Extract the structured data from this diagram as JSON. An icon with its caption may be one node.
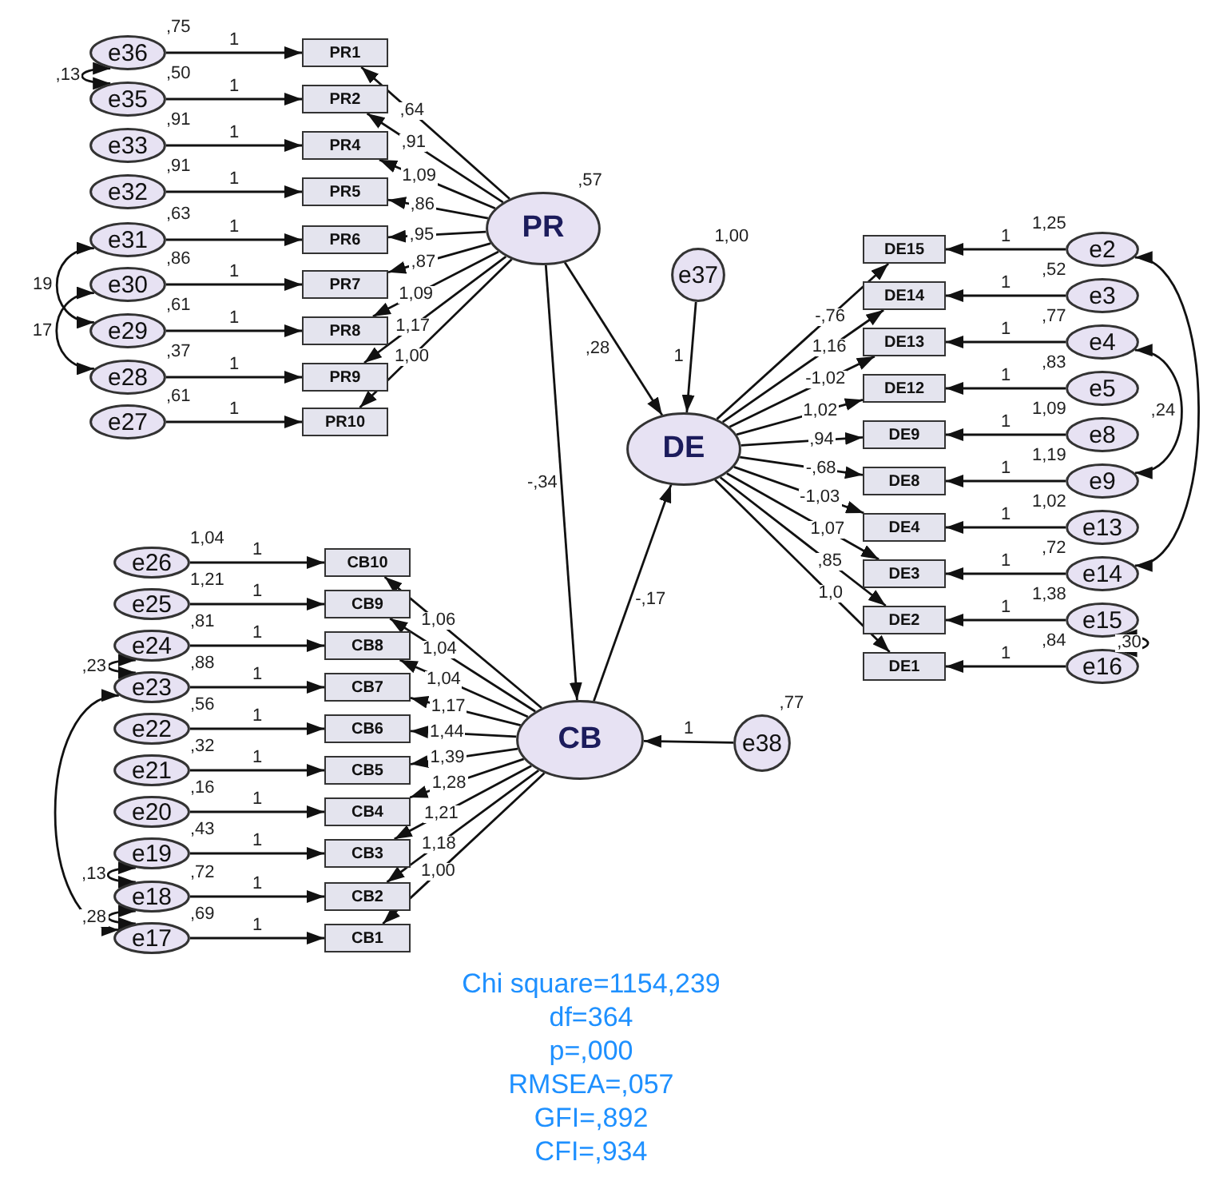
{
  "diagram": {
    "nodes": [
      {
        "text": [
          "e36"
        ],
        "beside": [
          ",75"
        ]
      },
      {
        "text": [
          "e35"
        ],
        "beside": [
          ",50"
        ]
      },
      {
        "text": [
          "e33"
        ],
        "beside": [
          ",91"
        ]
      },
      {
        "text": [
          "e32"
        ],
        "beside": [
          ",91"
        ]
      },
      {
        "text": [
          "e31"
        ],
        "beside": [
          ",63"
        ]
      },
      {
        "text": [
          "e30"
        ],
        "beside": [
          ",86"
        ]
      },
      {
        "text": [
          "e29"
        ],
        "beside": [
          ",61"
        ]
      },
      {
        "text": [
          "e28"
        ],
        "beside": [
          ",37"
        ]
      },
      {
        "text": [
          "e27"
        ],
        "beside": [
          ",61"
        ]
      },
      {
        "text": [
          "PR1"
        ]
      },
      {
        "text": [
          "PR2"
        ]
      },
      {
        "text": [
          "PR4"
        ]
      },
      {
        "text": [
          "PR5"
        ]
      },
      {
        "text": [
          "PR6"
        ]
      },
      {
        "text": [
          "PR7"
        ]
      },
      {
        "text": [
          "PR8"
        ]
      },
      {
        "text": [
          "PR9"
        ]
      },
      {
        "text": [
          "PR10"
        ]
      },
      {
        "text": [
          "PR"
        ],
        "beside": [
          ",57"
        ]
      },
      {
        "text": [
          "e37"
        ],
        "beside": [
          "1,00"
        ]
      },
      {
        "text": [
          "DE"
        ]
      },
      {
        "text": [
          "DE15"
        ]
      },
      {
        "text": [
          "DE14"
        ]
      },
      {
        "text": [
          "DE13"
        ]
      },
      {
        "text": [
          "DE12"
        ]
      },
      {
        "text": [
          "DE9"
        ]
      },
      {
        "text": [
          "DE8"
        ]
      },
      {
        "text": [
          "DE4"
        ]
      },
      {
        "text": [
          "DE3"
        ]
      },
      {
        "text": [
          "DE2"
        ]
      },
      {
        "text": [
          "DE1"
        ]
      },
      {
        "text": [
          "e2"
        ],
        "beside": [
          "1,25"
        ]
      },
      {
        "text": [
          "e3"
        ],
        "beside": [
          ",52"
        ]
      },
      {
        "text": [
          "e4"
        ],
        "beside": [
          ",77"
        ]
      },
      {
        "text": [
          "e5"
        ],
        "beside": [
          ",83"
        ]
      },
      {
        "text": [
          "e8"
        ],
        "beside": [
          "1,09"
        ]
      },
      {
        "text": [
          "e9"
        ],
        "beside": [
          "1,19"
        ]
      },
      {
        "text": [
          "e13"
        ],
        "beside": [
          "1,02"
        ]
      },
      {
        "text": [
          "e14"
        ],
        "beside": [
          ",72"
        ]
      },
      {
        "text": [
          "e15"
        ],
        "beside": [
          "1,38"
        ]
      },
      {
        "text": [
          "e16"
        ],
        "beside": [
          ",84"
        ]
      },
      {
        "text": [
          "CB10"
        ]
      },
      {
        "text": [
          "CB9"
        ]
      },
      {
        "text": [
          "CB8"
        ]
      },
      {
        "text": [
          "CB7"
        ]
      },
      {
        "text": [
          "CB6"
        ]
      },
      {
        "text": [
          "CB5"
        ]
      },
      {
        "text": [
          "CB4"
        ]
      },
      {
        "text": [
          "CB3"
        ]
      },
      {
        "text": [
          "CB2"
        ]
      },
      {
        "text": [
          "CB1"
        ]
      },
      {
        "text": [
          "e26"
        ],
        "beside": [
          "1,04"
        ]
      },
      {
        "text": [
          "e25"
        ],
        "beside": [
          "1,21"
        ]
      },
      {
        "text": [
          "e24"
        ],
        "beside": [
          ",81"
        ]
      },
      {
        "text": [
          "e23"
        ],
        "beside": [
          ",88"
        ]
      },
      {
        "text": [
          "e22"
        ],
        "beside": [
          ",56"
        ]
      },
      {
        "text": [
          "e21"
        ],
        "beside": [
          ",32"
        ]
      },
      {
        "text": [
          "e20"
        ],
        "beside": [
          ",16"
        ]
      },
      {
        "text": [
          "e19"
        ],
        "beside": [
          ",43"
        ]
      },
      {
        "text": [
          "e18"
        ],
        "beside": [
          ",72"
        ]
      },
      {
        "text": [
          "e17"
        ],
        "beside": [
          ",69"
        ]
      },
      {
        "text": [
          "CB"
        ]
      },
      {
        "text": [
          "e38"
        ],
        "beside": [
          ",77"
        ]
      }
    ],
    "edges": [
      {
        "from": 0,
        "to": 9,
        "arrow": "to",
        "label": "1"
      },
      {
        "from": 1,
        "to": 10,
        "arrow": "to",
        "label": "1"
      },
      {
        "from": 2,
        "to": 11,
        "arrow": "to",
        "label": "1"
      },
      {
        "from": 3,
        "to": 12,
        "arrow": "to",
        "label": "1"
      },
      {
        "from": 4,
        "to": 13,
        "arrow": "to",
        "label": "1"
      },
      {
        "from": 5,
        "to": 14,
        "arrow": "to",
        "label": "1"
      },
      {
        "from": 6,
        "to": 15,
        "arrow": "to",
        "label": "1"
      },
      {
        "from": 7,
        "to": 16,
        "arrow": "to",
        "label": "1"
      },
      {
        "from": 8,
        "to": 17,
        "arrow": "to",
        "label": "1"
      },
      {
        "from": 18,
        "to": 9,
        "arrow": "to",
        "label": ",64"
      },
      {
        "from": 18,
        "to": 10,
        "arrow": "to",
        "label": ",91"
      },
      {
        "from": 18,
        "to": 11,
        "arrow": "to",
        "label": "1,09"
      },
      {
        "from": 18,
        "to": 12,
        "arrow": "to",
        "label": ",86"
      },
      {
        "from": 18,
        "to": 13,
        "arrow": "to",
        "label": ",95"
      },
      {
        "from": 18,
        "to": 14,
        "arrow": "to",
        "label": ",87"
      },
      {
        "from": 18,
        "to": 15,
        "arrow": "to",
        "label": "1,09"
      },
      {
        "from": 18,
        "to": 16,
        "arrow": "to",
        "label": "1,17"
      },
      {
        "from": 18,
        "to": 17,
        "arrow": "to",
        "label": "1,00"
      },
      {
        "from": 0,
        "to": 1,
        "arrow": "both",
        "label": ",13"
      },
      {
        "from": 4,
        "to": 6,
        "arrow": "both",
        "label": "19"
      },
      {
        "from": 5,
        "to": 7,
        "arrow": "both",
        "label": "17"
      },
      {
        "from": 18,
        "to": 20,
        "arrow": "to",
        "label": ",28"
      },
      {
        "from": 18,
        "to": 61,
        "arrow": "to",
        "label": "-,34"
      },
      {
        "from": 61,
        "to": 20,
        "arrow": "to",
        "label": "-,17"
      },
      {
        "from": 19,
        "to": 20,
        "arrow": "to",
        "label": "1"
      },
      {
        "from": 62,
        "to": 61,
        "arrow": "to",
        "label": "1"
      },
      {
        "from": 20,
        "to": 21,
        "arrow": "to",
        "label": "-,76"
      },
      {
        "from": 20,
        "to": 22,
        "arrow": "to",
        "label": "1,16"
      },
      {
        "from": 20,
        "to": 23,
        "arrow": "to",
        "label": "-1,02"
      },
      {
        "from": 20,
        "to": 24,
        "arrow": "to",
        "label": "1,02"
      },
      {
        "from": 20,
        "to": 25,
        "arrow": "to",
        "label": ",94"
      },
      {
        "from": 20,
        "to": 26,
        "arrow": "to",
        "label": "-,68"
      },
      {
        "from": 20,
        "to": 27,
        "arrow": "to",
        "label": "-1,03"
      },
      {
        "from": 20,
        "to": 28,
        "arrow": "to",
        "label": "1,07"
      },
      {
        "from": 20,
        "to": 29,
        "arrow": "to",
        "label": ",85"
      },
      {
        "from": 20,
        "to": 30,
        "arrow": "to",
        "label": "1,0"
      },
      {
        "from": 31,
        "to": 21,
        "arrow": "to",
        "label": "1"
      },
      {
        "from": 32,
        "to": 22,
        "arrow": "to",
        "label": "1"
      },
      {
        "from": 33,
        "to": 23,
        "arrow": "to",
        "label": "1"
      },
      {
        "from": 34,
        "to": 24,
        "arrow": "to",
        "label": "1"
      },
      {
        "from": 35,
        "to": 25,
        "arrow": "to",
        "label": "1"
      },
      {
        "from": 36,
        "to": 26,
        "arrow": "to",
        "label": "1"
      },
      {
        "from": 37,
        "to": 27,
        "arrow": "to",
        "label": "1"
      },
      {
        "from": 38,
        "to": 28,
        "arrow": "to",
        "label": "1"
      },
      {
        "from": 39,
        "to": 29,
        "arrow": "to",
        "label": "1"
      },
      {
        "from": 40,
        "to": 30,
        "arrow": "to",
        "label": "1"
      },
      {
        "from": 31,
        "to": 38,
        "arrow": "both"
      },
      {
        "from": 33,
        "to": 36,
        "arrow": "both",
        "label": ",24"
      },
      {
        "from": 39,
        "to": 40,
        "arrow": "both",
        "label": ",30"
      },
      {
        "from": 61,
        "to": 41,
        "arrow": "to",
        "label": "1,06"
      },
      {
        "from": 61,
        "to": 42,
        "arrow": "to",
        "label": "1,04"
      },
      {
        "from": 61,
        "to": 43,
        "arrow": "to",
        "label": "1,04"
      },
      {
        "from": 61,
        "to": 44,
        "arrow": "to",
        "label": "1,17"
      },
      {
        "from": 61,
        "to": 45,
        "arrow": "to",
        "label": "1,44"
      },
      {
        "from": 61,
        "to": 46,
        "arrow": "to",
        "label": "1,39"
      },
      {
        "from": 61,
        "to": 47,
        "arrow": "to",
        "label": "1,28"
      },
      {
        "from": 61,
        "to": 48,
        "arrow": "to",
        "label": "1,21"
      },
      {
        "from": 61,
        "to": 49,
        "arrow": "to",
        "label": "1,18"
      },
      {
        "from": 61,
        "to": 50,
        "arrow": "to",
        "label": "1,00"
      },
      {
        "from": 51,
        "to": 41,
        "arrow": "to",
        "label": "1"
      },
      {
        "from": 52,
        "to": 42,
        "arrow": "to",
        "label": "1"
      },
      {
        "from": 53,
        "to": 43,
        "arrow": "to",
        "label": "1"
      },
      {
        "from": 54,
        "to": 44,
        "arrow": "to",
        "label": "1"
      },
      {
        "from": 55,
        "to": 45,
        "arrow": "to",
        "label": "1"
      },
      {
        "from": 56,
        "to": 46,
        "arrow": "to",
        "label": "1"
      },
      {
        "from": 57,
        "to": 47,
        "arrow": "to",
        "label": "1"
      },
      {
        "from": 58,
        "to": 48,
        "arrow": "to",
        "label": "1"
      },
      {
        "from": 59,
        "to": 49,
        "arrow": "to",
        "label": "1"
      },
      {
        "from": 60,
        "to": 50,
        "arrow": "to",
        "label": "1"
      },
      {
        "from": 53,
        "to": 54,
        "arrow": "both",
        "label": ",23"
      },
      {
        "from": 54,
        "to": 60,
        "arrow": "both"
      },
      {
        "from": 58,
        "to": 59,
        "arrow": "both",
        "label": ",13"
      },
      {
        "from": 59,
        "to": 60,
        "arrow": "both",
        "label": ",28"
      }
    ],
    "labels": [
      "Chi square=1154,239",
      "df=364",
      "p=,000",
      "RMSEA=,057",
      "GFI=,892",
      "CFI=,934"
    ]
  }
}
